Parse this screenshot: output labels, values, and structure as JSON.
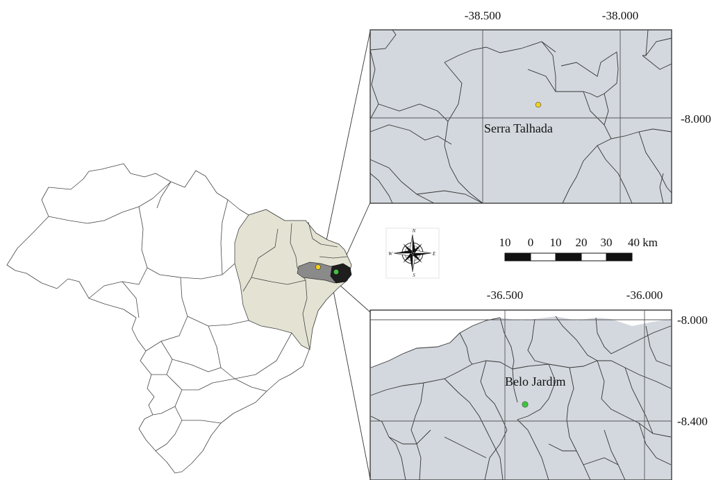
{
  "inset_top": {
    "lon_labels": [
      "-38.500",
      "-38.000"
    ],
    "lat_labels": [
      "-8.000"
    ],
    "place_label": "Serra Talhada",
    "point_color": "#f2d21c"
  },
  "inset_bottom": {
    "lon_labels": [
      "-36.500",
      "-36.000"
    ],
    "lat_labels": [
      "-8.000",
      "-8.400"
    ],
    "place_label": "Belo Jardim",
    "point_color": "#3ec43e"
  },
  "scale_bar": {
    "labels": [
      "10",
      "0",
      "10",
      "20",
      "30",
      "40 km"
    ]
  },
  "compass": {
    "labels": [
      "N",
      "S",
      "E",
      "W"
    ]
  },
  "colors": {
    "inset_fill": "#d3d8de",
    "highlight_region": "#e4e3d3",
    "study_area": "#8a8a8a",
    "border": "#222222"
  }
}
